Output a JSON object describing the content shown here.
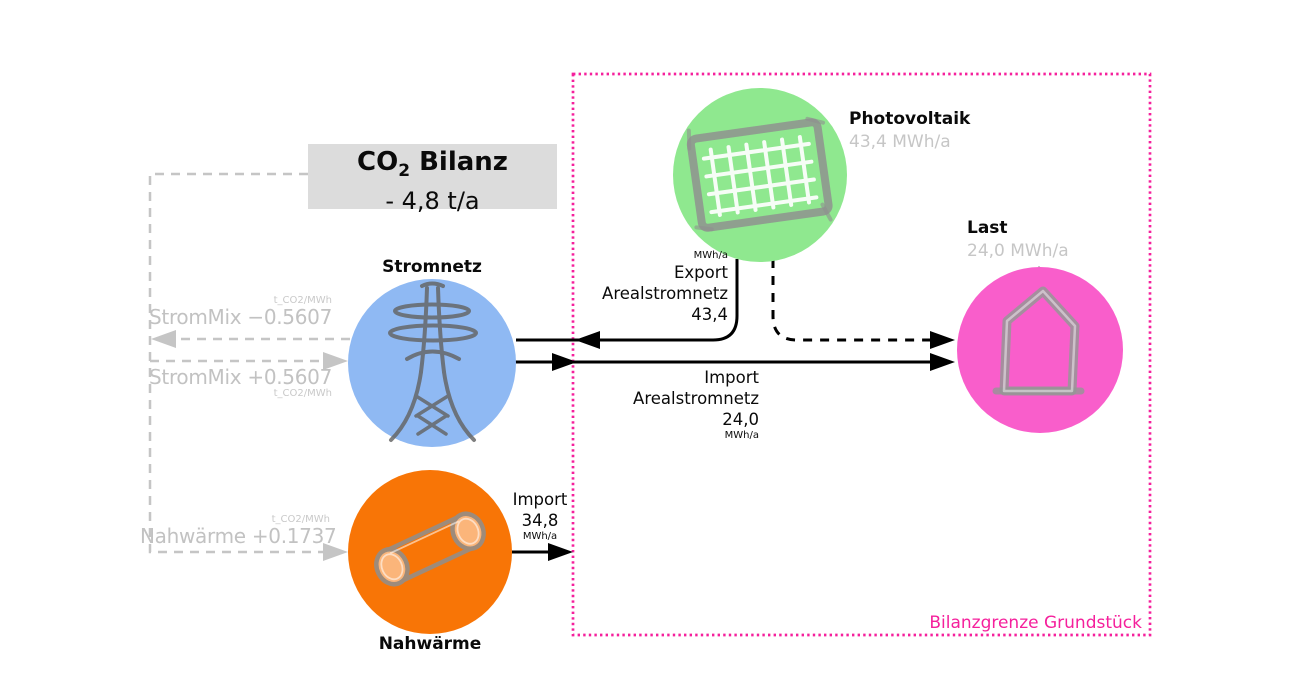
{
  "co2_box": {
    "title_prefix": "CO",
    "title_subscript": "2",
    "title_suffix": " Bilanz",
    "value": "- 4,8 t/a"
  },
  "nodes": {
    "photovoltaik": {
      "label": "Photovoltaik",
      "value": "43,4 MWh/a",
      "color": "#8fe88f",
      "icon": "solar-panel-icon"
    },
    "stromnetz": {
      "label": "Stromnetz",
      "color": "#8fb9f3",
      "icon": "transmission-tower-icon"
    },
    "nahwaerme": {
      "label": "Nahwärme",
      "color": "#f87506",
      "icon": "pipe-icon"
    },
    "last": {
      "label": "Last",
      "value": "24,0 MWh/a",
      "color": "#f95ecb",
      "icon": "house-icon"
    }
  },
  "flows": {
    "export_areal": {
      "unit": "MWh/a",
      "line1": "Export",
      "line2": "Arealstromnetz",
      "value": "43,4"
    },
    "import_areal": {
      "line1": "Import",
      "line2": "Arealstromnetz",
      "value": "24,0",
      "unit": "MWh/a"
    },
    "import_heat": {
      "line1": "Import",
      "value": "34,8",
      "unit": "MWh/a"
    }
  },
  "co2_flows": {
    "strommix_export": {
      "unit": "t_CO2/MWh",
      "label": "StromMix −0.5607"
    },
    "strommix_import": {
      "label": "StromMix +0.5607",
      "unit": "t_CO2/MWh"
    },
    "nahwaerme_import": {
      "unit": "t_CO2/MWh",
      "label": "Nahwärme +0.1737"
    }
  },
  "boundary": {
    "label": "Bilanzgrenze Grundstück",
    "color": "#f5209c"
  },
  "style_colors": {
    "co2_box_bg": "#dcdcdc",
    "gray_dashed": "#c5c5c5",
    "gray_text": "#c2c2c2",
    "black_lines": "#000000"
  }
}
